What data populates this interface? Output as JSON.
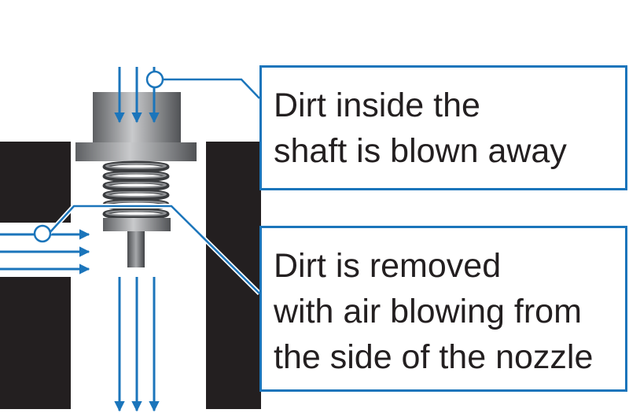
{
  "diagram": {
    "colors": {
      "callout_border": "#1b75bb",
      "airflow_arrow": "#1b75bb",
      "housing": "#231f20",
      "text": "#231f20"
    },
    "callouts": [
      {
        "id": "shaft",
        "lines": [
          "Dirt inside the",
          "shaft is blown away"
        ]
      },
      {
        "id": "nozzle-side",
        "lines": [
          "Dirt is removed",
          "with air blowing from",
          "the side of the nozzle"
        ]
      }
    ]
  }
}
